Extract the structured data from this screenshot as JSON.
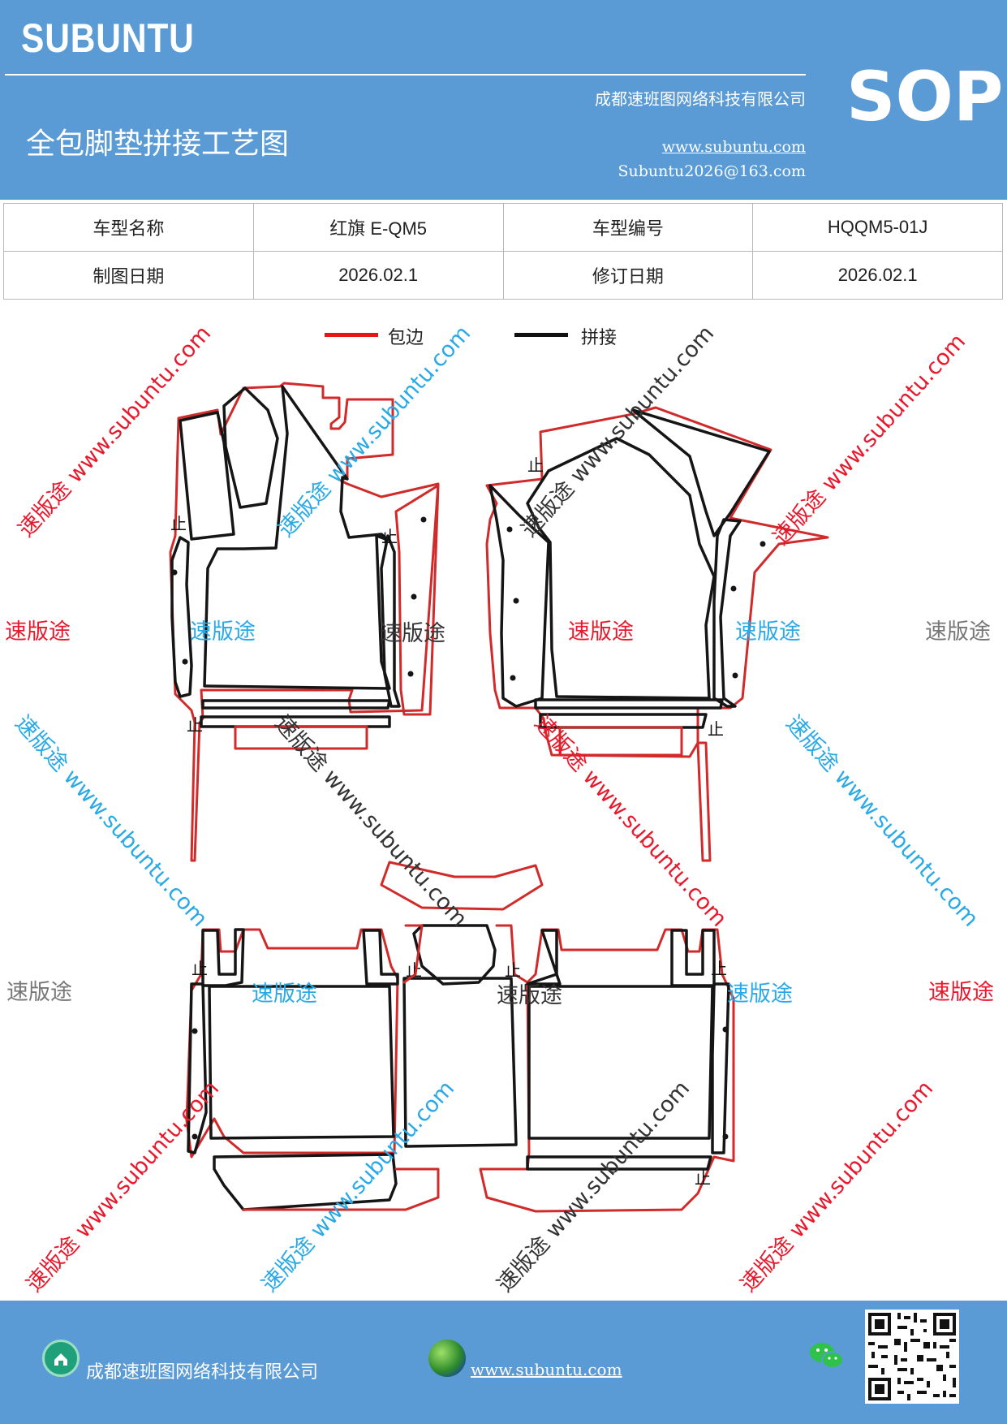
{
  "header": {
    "brand": "SUBUNTU",
    "company": "成都速班图网络科技有限公司",
    "title": "全包脚垫拼接工艺图",
    "website": "www.subuntu.com",
    "email": "Subuntu2026@163.com",
    "badge": "SOP"
  },
  "info_table": {
    "rows": [
      {
        "label1": "车型名称",
        "value1": "红旗 E-QM5",
        "label2": "车型编号",
        "value2": "HQQM5-01J"
      },
      {
        "label1": "制图日期",
        "value1": "2026.02.1",
        "label2": "修订日期",
        "value2": "2026.02.1"
      }
    ]
  },
  "legend": {
    "items": [
      {
        "label": "包边",
        "color": "#e8141a"
      },
      {
        "label": "拼接",
        "color": "#111111"
      }
    ]
  },
  "diagram": {
    "stop_mark": "止",
    "outline_color": "#d12a2a",
    "seam_color": "#151515"
  },
  "watermarks": {
    "brand_text": "速版途",
    "diagonal_text": "速版途 www.subuntu.com",
    "url_text": "www.subuntu.com",
    "colors": {
      "red": "#e8192c",
      "blue": "#29a9e6",
      "gray": "#777777",
      "dark": "#333333"
    }
  },
  "footer": {
    "company": "成都速班图网络科技有限公司",
    "website": "www.subuntu.com"
  },
  "icons": [
    "home-icon",
    "globe-icon",
    "wechat-icon",
    "qr-code-icon"
  ]
}
